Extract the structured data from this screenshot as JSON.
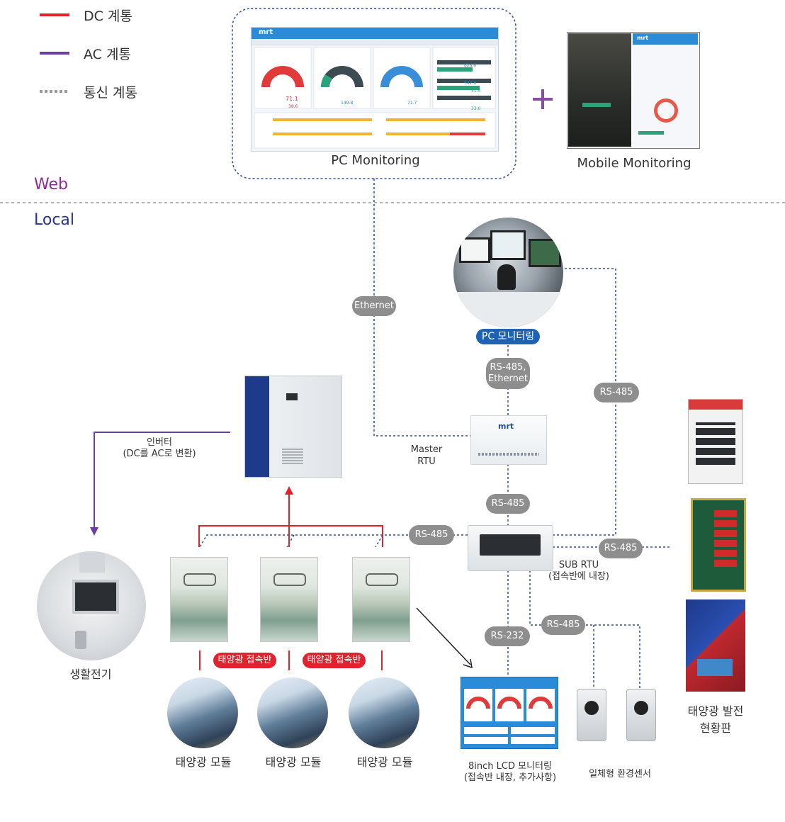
{
  "legend": {
    "dc": {
      "label": "DC 계통",
      "color": "#e0232e"
    },
    "ac": {
      "label": "AC 계통",
      "color": "#6b3fa0"
    },
    "comm": {
      "label": "통신 계통",
      "color": "#9a9a9a"
    }
  },
  "zones": {
    "web": "Web",
    "local": "Local"
  },
  "web": {
    "pc_monitoring": "PC Monitoring",
    "mobile_monitoring": "Mobile Monitoring",
    "pc_screen": {
      "logo": "mrt",
      "values": [
        "71.1",
        "38.6",
        "149.8",
        "71.7",
        "828.8",
        "542.6",
        "31.4",
        "33.0"
      ]
    },
    "mobile_screen": {
      "logo": "mrt"
    }
  },
  "local": {
    "pc_monitoring_label": "PC 모니터링",
    "ethernet": "Ethernet",
    "rs485_ethernet": [
      "RS-485,",
      "Ethernet"
    ],
    "rs485_right": "RS-485",
    "master_rtu": [
      "Master",
      "RTU"
    ],
    "master_rtu_logo": "mrt",
    "rs485_master_sub": "RS-485",
    "rs485_left": "RS-485",
    "rs485_sub_right": "RS-485",
    "sub_rtu": [
      "SUB RTU",
      "(접속반에 내장)"
    ],
    "rs232": "RS-232",
    "rs485_sensor": "RS-485",
    "inverter": [
      "인버터",
      "(DC를 AC로 변환)"
    ],
    "household": "생활전기",
    "junction_boxes": [
      "태양광 접속반",
      "태양광 접속반"
    ],
    "modules": [
      "태양광 모듈",
      "태양광 모듈",
      "태양광 모듈"
    ],
    "lcd": [
      "8inch LCD 모니터링",
      "(접속반 내장, 추가사항)"
    ],
    "sensor": "일체형 환경센서",
    "board": [
      "태양광 발전",
      "현황판"
    ]
  }
}
